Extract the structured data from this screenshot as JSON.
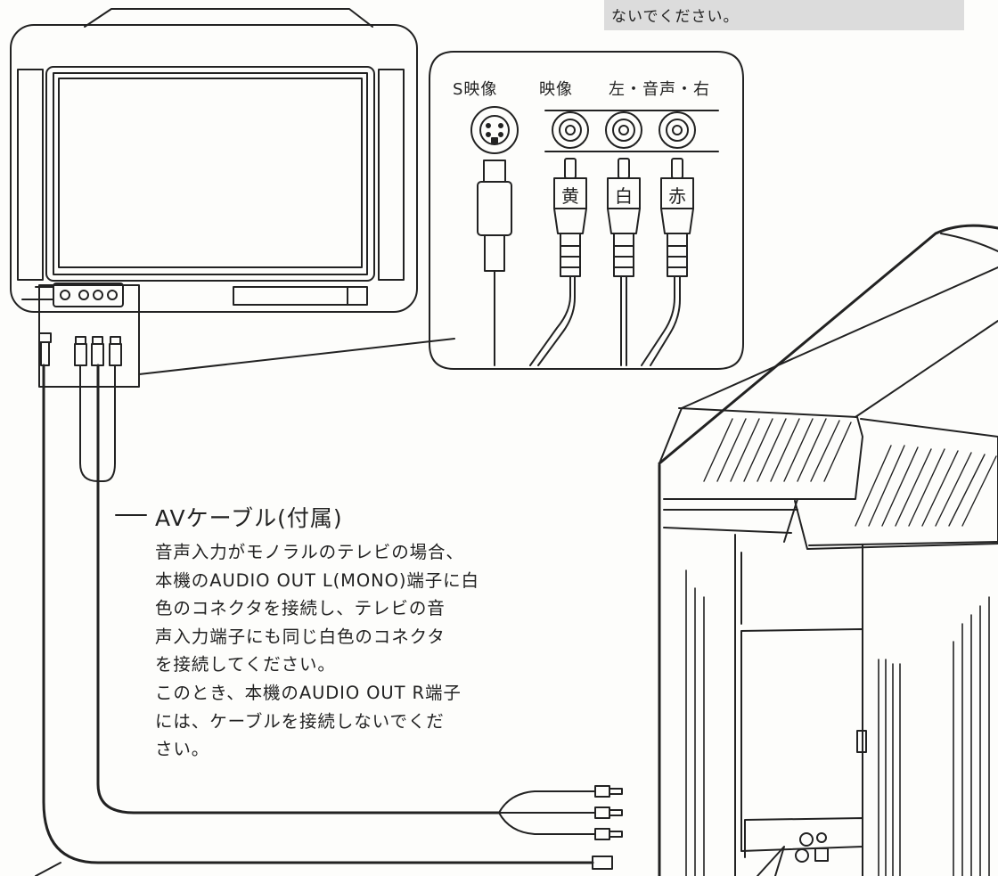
{
  "top_note": "ないでください。",
  "av_panel": {
    "s_video_label": "S映像",
    "video_label": "映像",
    "audio_label": "左・音声・右",
    "plug_colors": [
      "黄",
      "白",
      "赤"
    ]
  },
  "cable": {
    "title": "AVケーブル(付属)",
    "description_lines": [
      "音声入力がモノラルのテレビの場合、",
      "本機のAUDIO OUT L(MONO)端子に白",
      "色のコネクタを接続し、テレビの音",
      "声入力端子にも同じ白色のコネクタ",
      "を接続してください。",
      "このとき、本機のAUDIO OUT R端子",
      "には、ケーブルを接続しないでくだ",
      "さい。"
    ]
  }
}
